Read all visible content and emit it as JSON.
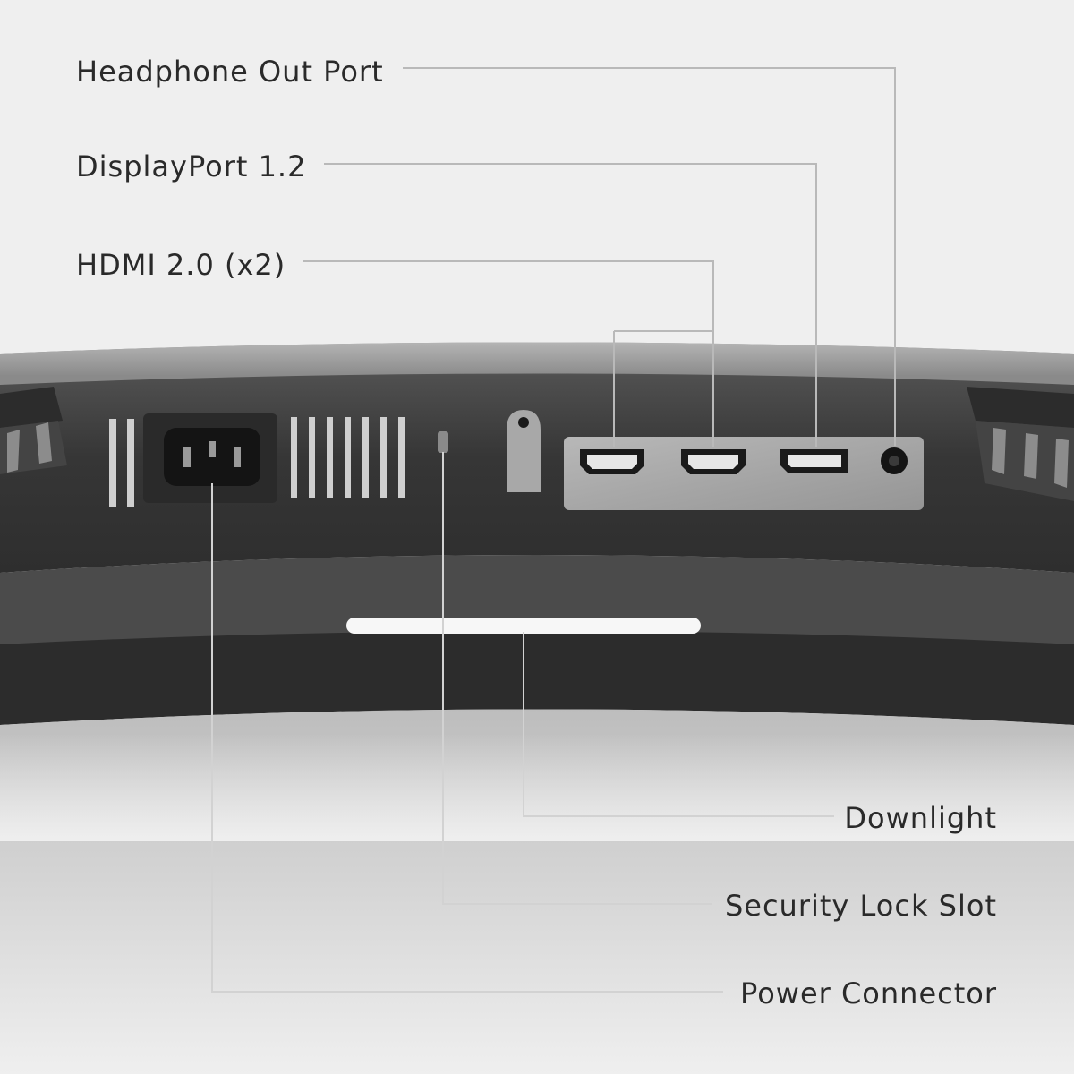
{
  "callouts": {
    "headphone": "Headphone Out Port",
    "displayport": "DisplayPort 1.2",
    "hdmi": "HDMI 2.0 (x2)",
    "downlight": "Downlight",
    "security_lock": "Security Lock Slot",
    "power": "Power Connector"
  },
  "colors": {
    "background": "#efefef",
    "housing_dark": "#3a3a3a",
    "bezel_mid": "#4a4a4a",
    "port_plate": "#a9a9a9",
    "downlight_bar": "#f7f7f7",
    "leader_line": "#b9b9b9",
    "label_text": "#2a2a2a"
  }
}
